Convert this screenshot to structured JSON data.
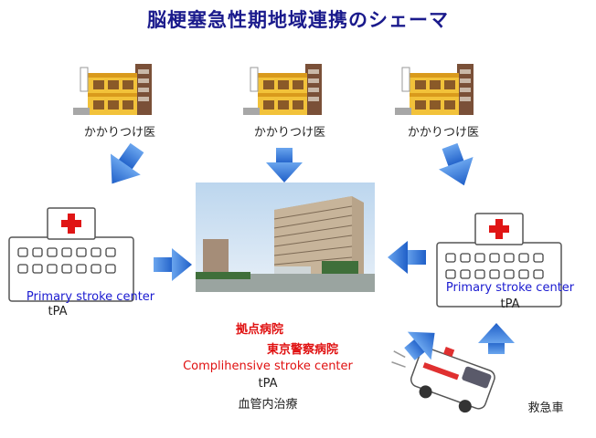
{
  "title": "脳梗塞急性期地域連携のシェーマ",
  "clinics": [
    {
      "label": "かかりつけ医"
    },
    {
      "label": "かかりつけ医"
    },
    {
      "label": "かかりつけ医"
    }
  ],
  "left_center": {
    "name": "Primary stroke center",
    "treatment": "tPA"
  },
  "right_center": {
    "name": "Primary stroke center",
    "treatment": "tPA"
  },
  "main_center": {
    "role": "拠点病院",
    "name": "東京警察病院",
    "type": "Complihensive stroke center",
    "treatment1": "tPA",
    "treatment2": "血管内治療"
  },
  "ambulance": {
    "label": "救急車"
  },
  "colors": {
    "title": "#1a1a8c",
    "psc": "#1a1ad0",
    "accent_red": "#e01010",
    "arrow": "#2f6fd6"
  }
}
